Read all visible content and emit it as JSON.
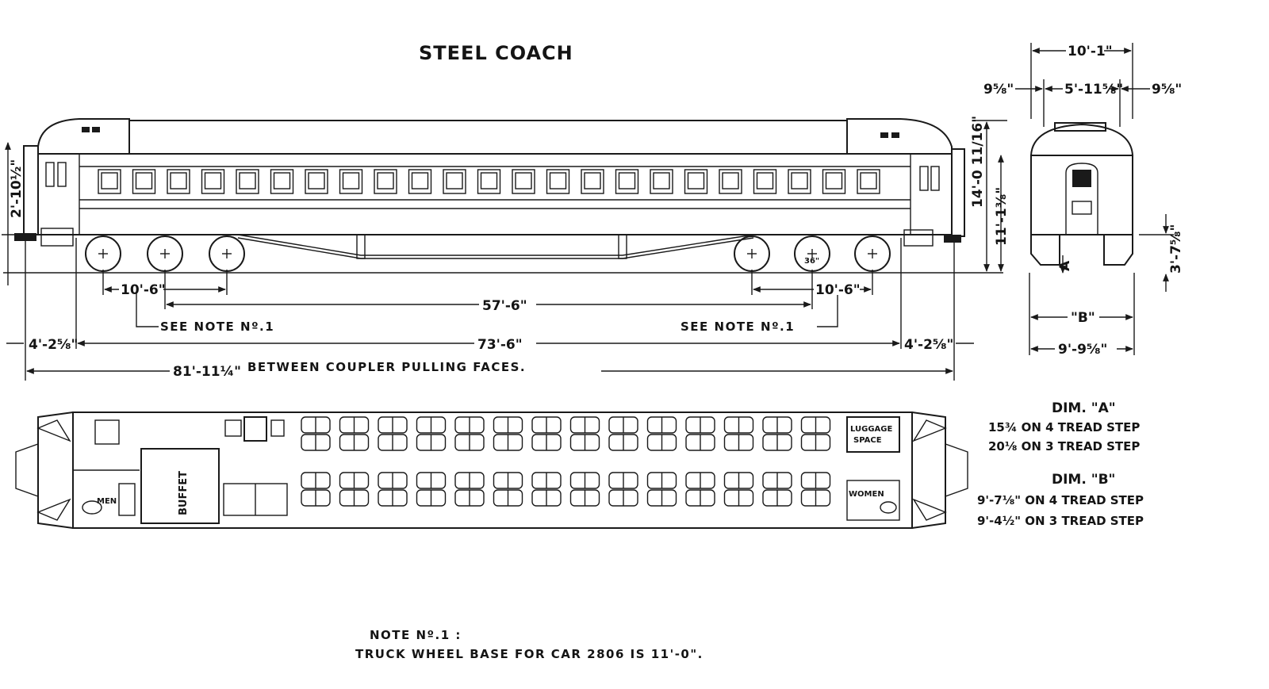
{
  "title": "STEEL COACH",
  "side_view": {
    "dim_height_left": "2'-10½\"",
    "dim_truck_left": "10'-6\"",
    "dim_truck_right": "10'-6\"",
    "dim_truck_centers": "57'-6\"",
    "see_note_left": "SEE NOTE Nº.1",
    "see_note_right": "SEE NOTE Nº.1",
    "dim_end_left": "4'-2⅝\"",
    "dim_body": "73'-6\"",
    "dim_end_right": "4'-2⅝\"",
    "dim_overall": "81'-11¼\"",
    "dim_overall_text": "BETWEEN COUPLER PULLING FACES.",
    "wheel_dia": "36\"",
    "dim_total_height": "14'-0 11/16\"",
    "dim_roof_height": "11'-1⅜\""
  },
  "end_view": {
    "dim_width_top": "10'-1\"",
    "dim_left_offset": "9⅝\"",
    "dim_center": "5'-11⅝\"",
    "dim_right_offset": "9⅝\"",
    "dim_step_height": "3'-7⅝\"",
    "label_a": "A",
    "label_b": "\"B\"",
    "dim_bottom_width": "9'-9⅝\""
  },
  "plan_view": {
    "room_men": "MEN",
    "room_buffet": "BUFFET",
    "room_luggage_1": "LUGGAGE",
    "room_luggage_2": "SPACE",
    "room_women": "WOMEN"
  },
  "dims_table": {
    "dim_a_title": "DIM. \"A\"",
    "dim_a_line1": "15¾ ON 4 TREAD STEP",
    "dim_a_line2": "20⅛ ON 3 TREAD STEP",
    "dim_b_title": "DIM. \"B\"",
    "dim_b_line1": "9'-7⅛\" ON 4 TREAD STEP",
    "dim_b_line2": "9'-4½\" ON 3 TREAD STEP"
  },
  "note": {
    "line1": "NOTE Nº.1 :",
    "line2": "TRUCK WHEEL BASE FOR CAR 2806 IS 11'-0\"."
  }
}
